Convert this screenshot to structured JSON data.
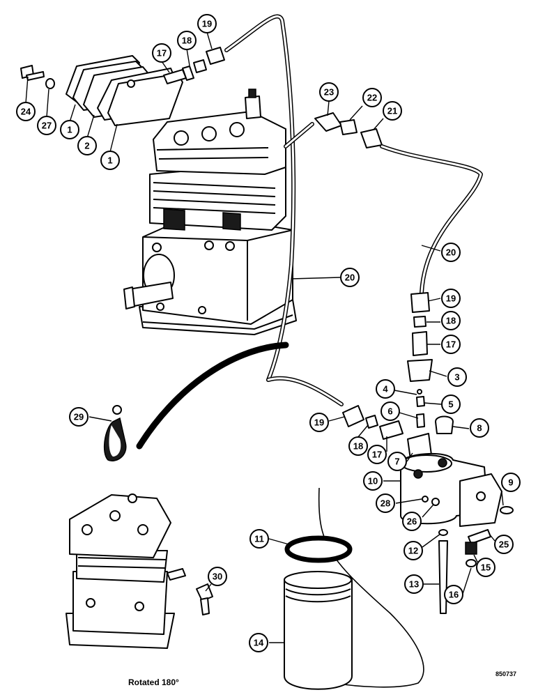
{
  "diagram": {
    "caption": "Rotated 180°",
    "figure_code": "850737",
    "callouts": [
      {
        "label": "1"
      },
      {
        "label": "1"
      },
      {
        "label": "2"
      },
      {
        "label": "24"
      },
      {
        "label": "27"
      },
      {
        "label": "17"
      },
      {
        "label": "18"
      },
      {
        "label": "19"
      },
      {
        "label": "23"
      },
      {
        "label": "22"
      },
      {
        "label": "21"
      },
      {
        "label": "20"
      },
      {
        "label": "20"
      },
      {
        "label": "19"
      },
      {
        "label": "18"
      },
      {
        "label": "17"
      },
      {
        "label": "3"
      },
      {
        "label": "4"
      },
      {
        "label": "5"
      },
      {
        "label": "6"
      },
      {
        "label": "8"
      },
      {
        "label": "19"
      },
      {
        "label": "18"
      },
      {
        "label": "17"
      },
      {
        "label": "7"
      },
      {
        "label": "10"
      },
      {
        "label": "9"
      },
      {
        "label": "28"
      },
      {
        "label": "26"
      },
      {
        "label": "12"
      },
      {
        "label": "25"
      },
      {
        "label": "15"
      },
      {
        "label": "16"
      },
      {
        "label": "13"
      },
      {
        "label": "11"
      },
      {
        "label": "14"
      },
      {
        "label": "29"
      },
      {
        "label": "30"
      }
    ]
  }
}
